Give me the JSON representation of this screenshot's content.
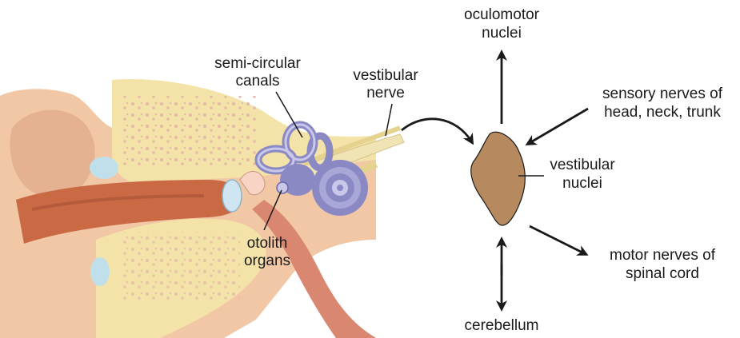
{
  "labels": {
    "semicircular_line1": "semi-circular",
    "semicircular_line2": "canals",
    "vestibular_nerve_line1": "vestibular",
    "vestibular_nerve_line2": "nerve",
    "otolith_line1": "otolith",
    "otolith_line2": "organs",
    "oculomotor_line1": "oculomotor",
    "oculomotor_line2": "nuclei",
    "sensory_line1": "sensory nerves of",
    "sensory_line2": "head, neck, trunk",
    "vestibular_nuclei_line1": "vestibular",
    "vestibular_nuclei_line2": "nuclei",
    "motor_line1": "motor nerves of",
    "motor_line2": "spinal cord",
    "cerebellum": "cerebellum"
  },
  "colors": {
    "skin": "#f2c7a6",
    "skin_shadow": "#d89f7f",
    "ear_canal": "#c96a45",
    "bone": "#f4e3a8",
    "bone_spots": "#e3b6a6",
    "inner_ear": "#8b89c4",
    "inner_ear_light": "#c9c7ea",
    "nerve": "#f1e4b4",
    "nucleus": "#b68a5e",
    "arrow": "#1a1a1a"
  }
}
